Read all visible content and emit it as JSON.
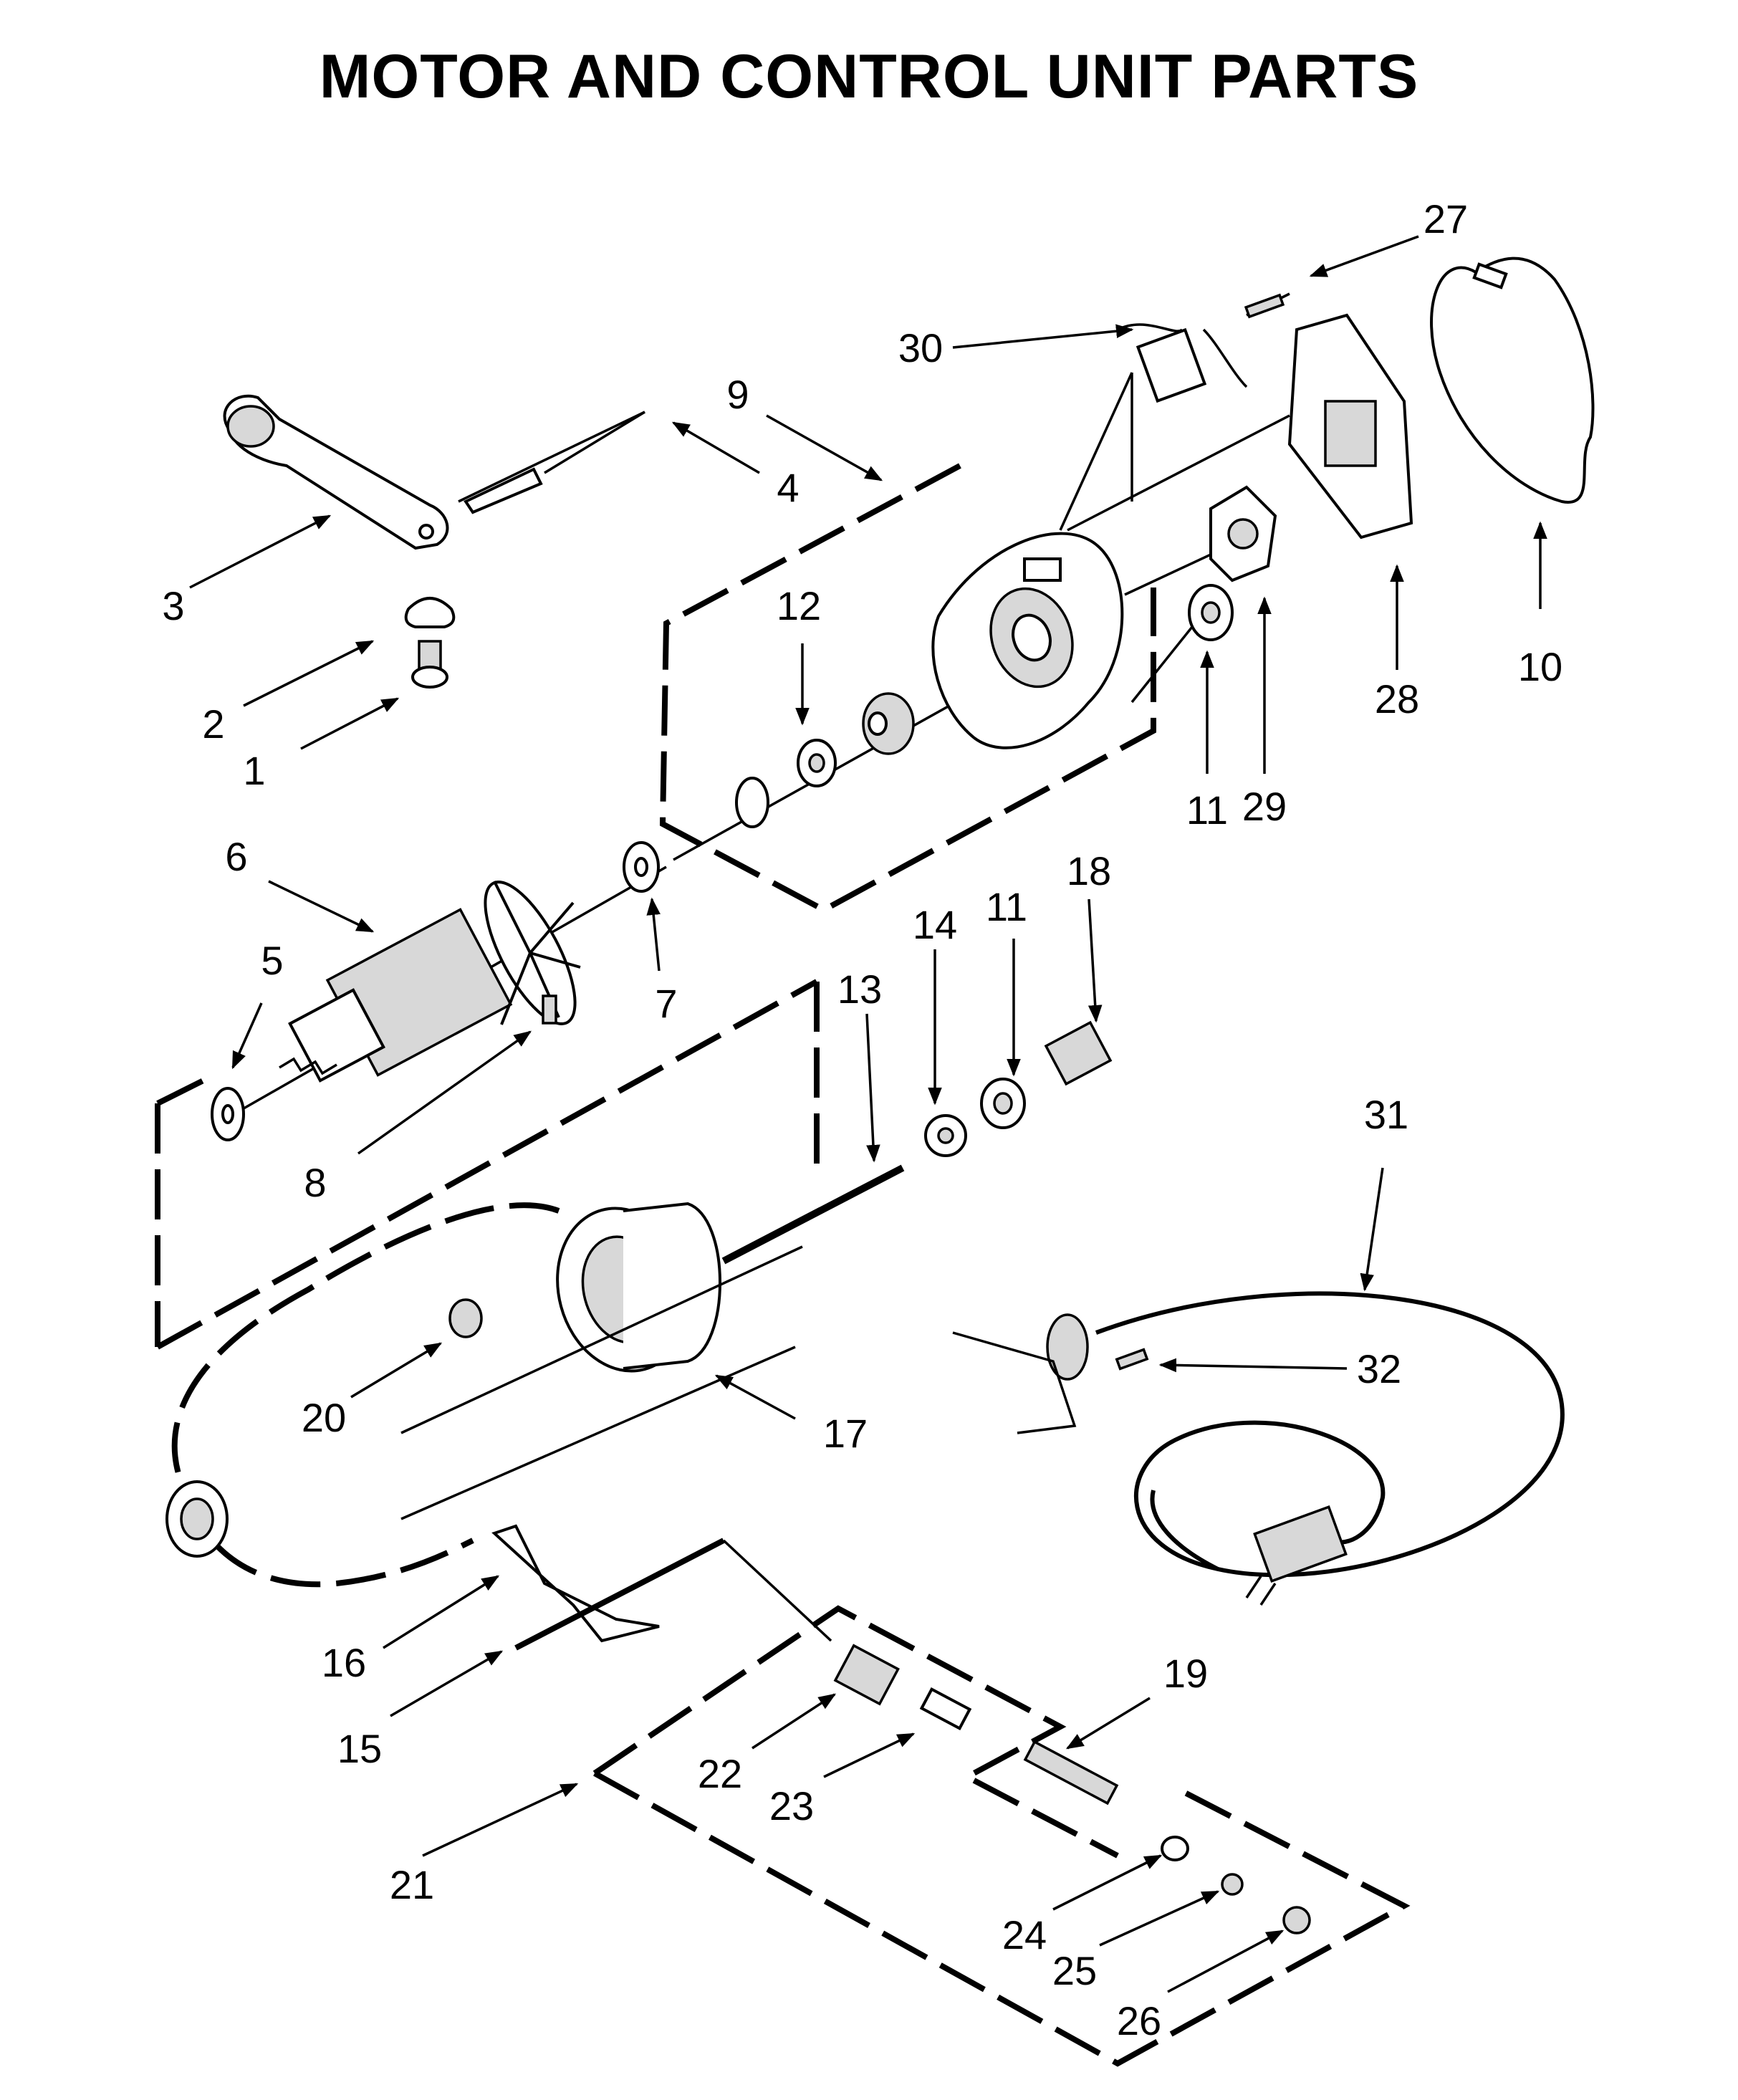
{
  "title": "MOTOR AND CONTROL UNIT PARTS",
  "callouts": [
    "1",
    "2",
    "3",
    "4",
    "5",
    "6",
    "7",
    "8",
    "9",
    "10",
    "11",
    "11",
    "12",
    "13",
    "14",
    "15",
    "16",
    "17",
    "18",
    "19",
    "20",
    "21",
    "22",
    "23",
    "24",
    "25",
    "26",
    "27",
    "28",
    "29",
    "30",
    "31",
    "32"
  ]
}
